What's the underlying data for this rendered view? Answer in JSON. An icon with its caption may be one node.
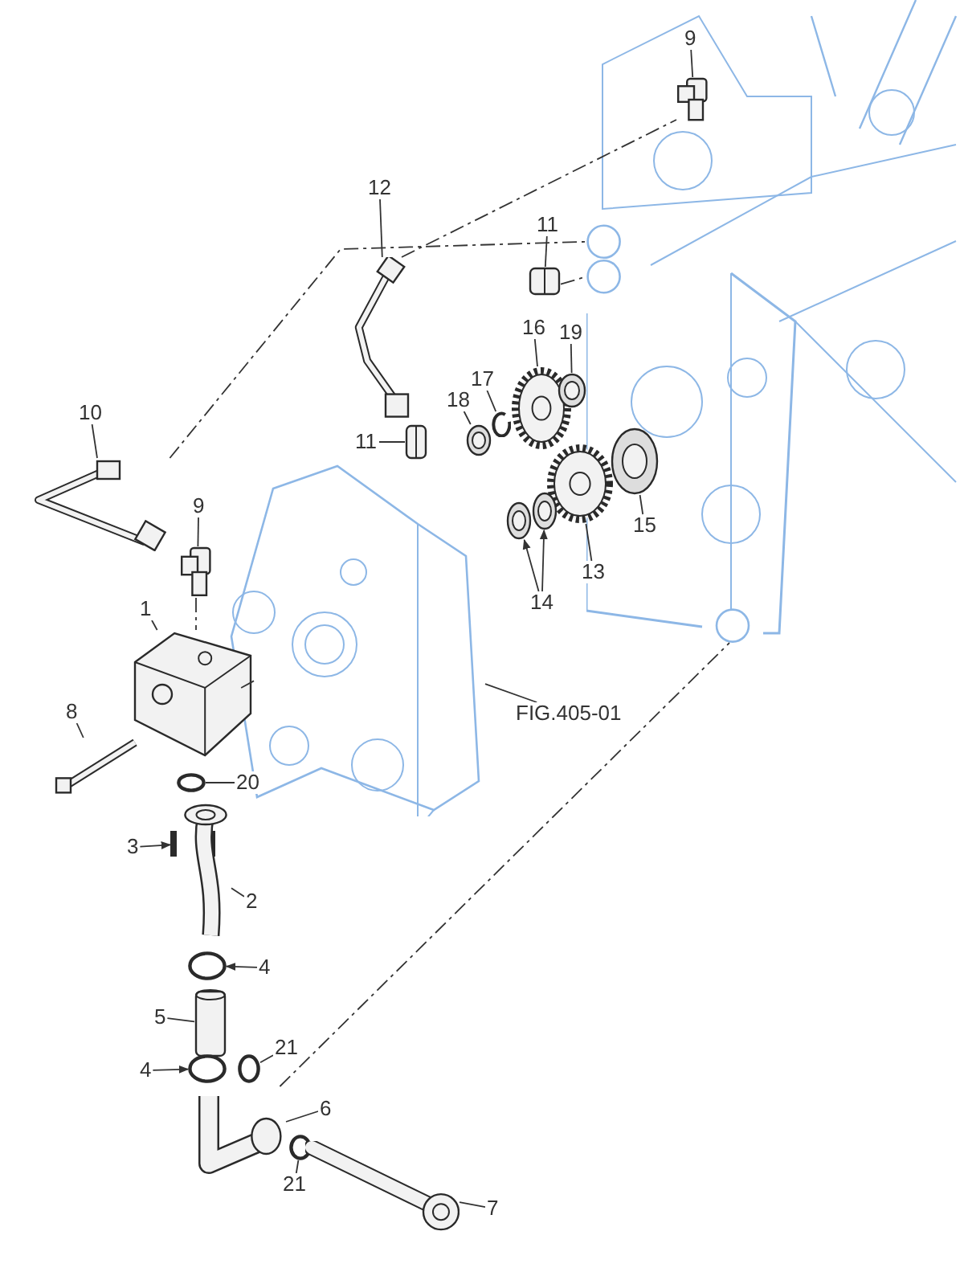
{
  "diagram": {
    "nodes": [
      {
        "text": [],
        "shape": "picture"
      },
      {
        "text": [
          "9"
        ],
        "in": 0
      },
      {
        "text": [],
        "shape": "picture",
        "in": 0
      },
      {
        "text": [
          "12"
        ]
      },
      {
        "text": [],
        "shape": "picture"
      },
      {
        "text": [
          "11"
        ]
      },
      {
        "text": [],
        "shape": "box"
      },
      {
        "text": [
          "16"
        ]
      },
      {
        "text": [],
        "shape": "picture"
      },
      {
        "text": [
          "19"
        ]
      },
      {
        "text": [],
        "shape": "picture"
      },
      {
        "text": [
          "17"
        ]
      },
      {
        "text": [],
        "shape": "picture"
      },
      {
        "text": [
          "18"
        ]
      },
      {
        "text": [],
        "shape": "picture"
      },
      {
        "text": [
          "10"
        ]
      },
      {
        "text": [],
        "shape": "picture"
      },
      {
        "text": [
          "11"
        ]
      },
      {
        "text": [],
        "shape": "box"
      },
      {
        "text": [
          "9"
        ]
      },
      {
        "text": [],
        "shape": "picture"
      },
      {
        "text": [
          "15"
        ],
        "in": 0
      },
      {
        "text": [],
        "shape": "picture",
        "in": 0
      },
      {
        "text": [
          "13"
        ]
      },
      {
        "text": [],
        "shape": "picture"
      },
      {
        "text": [
          "14"
        ]
      },
      {
        "text": [],
        "shape": "picture"
      },
      {
        "text": [],
        "shape": "picture"
      },
      {
        "text": [
          "1"
        ]
      },
      {
        "text": [],
        "shape": "picture"
      },
      {
        "text": [
          "FIG.405-01"
        ]
      },
      {
        "text": [],
        "shape": "picture"
      },
      {
        "text": [
          "8"
        ]
      },
      {
        "text": [],
        "shape": "picture"
      },
      {
        "text": [
          "20"
        ]
      },
      {
        "text": [],
        "shape": "circle"
      },
      {
        "text": [
          "3"
        ]
      },
      {
        "text": [],
        "shape": "bar"
      },
      {
        "text": [
          "2"
        ]
      },
      {
        "text": [],
        "shape": "picture"
      },
      {
        "text": [
          "4"
        ]
      },
      {
        "text": [],
        "shape": "circle"
      },
      {
        "text": [
          "5"
        ]
      },
      {
        "text": [],
        "shape": "picture"
      },
      {
        "text": [
          "4"
        ]
      },
      {
        "text": [],
        "shape": "circle"
      },
      {
        "text": [
          "21"
        ]
      },
      {
        "text": [],
        "shape": "circle"
      },
      {
        "text": [
          "6"
        ]
      },
      {
        "text": [],
        "shape": "picture"
      },
      {
        "text": [
          "21"
        ]
      },
      {
        "text": [],
        "shape": "circle"
      },
      {
        "text": [
          "7"
        ]
      },
      {
        "text": [],
        "shape": "picture"
      }
    ],
    "edges": [
      {
        "from": 1,
        "to": 2,
        "arrow": "none"
      },
      {
        "from": 3,
        "to": 4,
        "arrow": "none"
      },
      {
        "from": 5,
        "to": 6,
        "arrow": "none"
      },
      {
        "from": 7,
        "to": 8,
        "arrow": "none"
      },
      {
        "from": 9,
        "to": 10,
        "arrow": "none"
      },
      {
        "from": 11,
        "to": 12,
        "arrow": "none"
      },
      {
        "from": 13,
        "to": 14,
        "arrow": "none"
      },
      {
        "from": 15,
        "to": 16,
        "arrow": "none"
      },
      {
        "from": 17,
        "to": 18,
        "arrow": "none"
      },
      {
        "from": 19,
        "to": 20,
        "arrow": "none"
      },
      {
        "from": 21,
        "to": 22,
        "arrow": "none"
      },
      {
        "from": 23,
        "to": 24,
        "arrow": "none"
      },
      {
        "from": 25,
        "to": 26,
        "arrow": "to"
      },
      {
        "from": 25,
        "to": 27,
        "arrow": "to"
      },
      {
        "from": 28,
        "to": 29,
        "arrow": "none"
      },
      {
        "from": 30,
        "to": 31,
        "arrow": "none"
      },
      {
        "from": 32,
        "to": 33,
        "arrow": "none"
      },
      {
        "from": 34,
        "to": 35,
        "arrow": "none"
      },
      {
        "from": 36,
        "to": 37,
        "arrow": "to"
      },
      {
        "from": 38,
        "to": 39,
        "arrow": "none"
      },
      {
        "from": 40,
        "to": 41,
        "arrow": "to"
      },
      {
        "from": 42,
        "to": 43,
        "arrow": "none"
      },
      {
        "from": 44,
        "to": 45,
        "arrow": "to"
      },
      {
        "from": 46,
        "to": 47,
        "arrow": "none"
      },
      {
        "from": 48,
        "to": 49,
        "arrow": "none"
      },
      {
        "from": 50,
        "to": 51,
        "arrow": "none"
      },
      {
        "from": 52,
        "to": 53,
        "arrow": "none"
      },
      {
        "from": 4,
        "to": 2,
        "arrow": "none",
        "style": "dashed"
      },
      {
        "from": 16,
        "to": 0,
        "arrow": "none",
        "style": "dashed"
      },
      {
        "from": 6,
        "to": 0,
        "arrow": "none",
        "style": "dashed"
      },
      {
        "from": 20,
        "to": 29,
        "arrow": "none",
        "style": "dashed"
      },
      {
        "from": 29,
        "to": 31,
        "arrow": "none",
        "style": "dashed"
      },
      {
        "from": 49,
        "to": 0,
        "arrow": "none",
        "style": "dashed"
      }
    ]
  }
}
